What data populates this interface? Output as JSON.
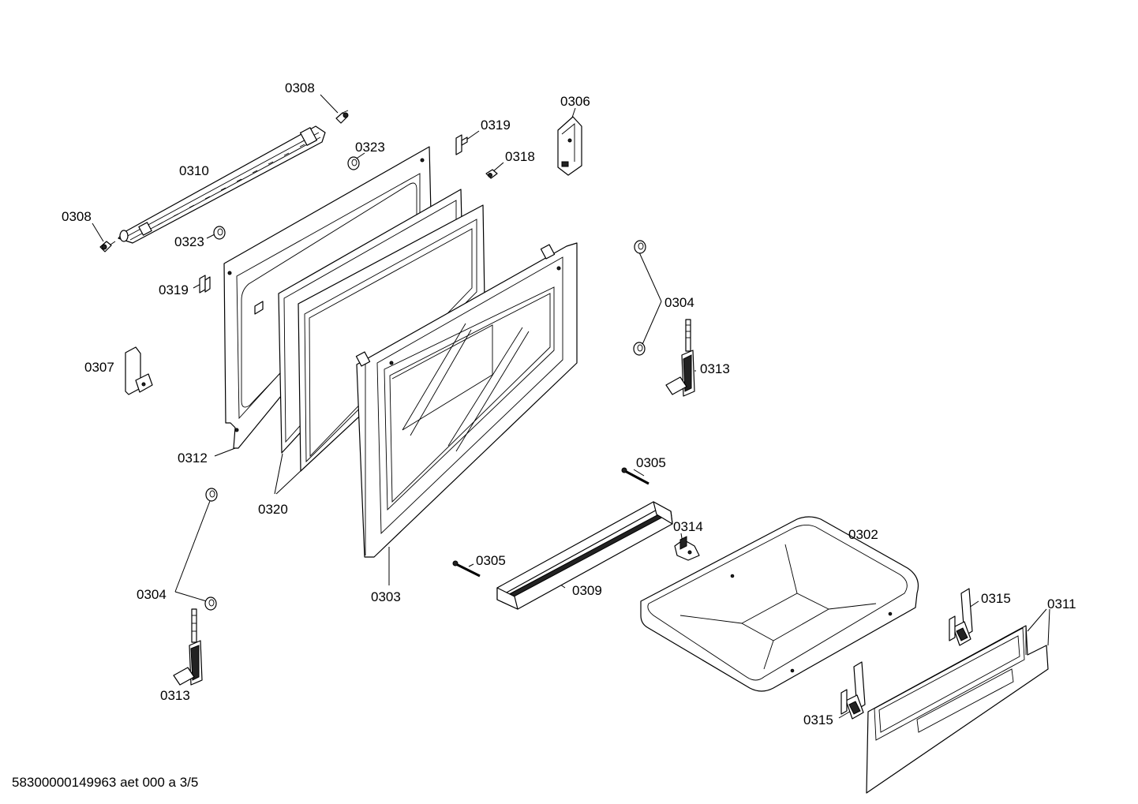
{
  "callouts": {
    "c0308a": "0308",
    "c0308b": "0308",
    "c0310": "0310",
    "c0323a": "0323",
    "c0323b": "0323",
    "c0319a": "0319",
    "c0319b": "0319",
    "c0318": "0318",
    "c0306": "0306",
    "c0307": "0307",
    "c0312": "0312",
    "c0320": "0320",
    "c0304a": "0304",
    "c0304b": "0304",
    "c0313a": "0313",
    "c0313b": "0313",
    "c0305a": "0305",
    "c0305b": "0305",
    "c0314": "0314",
    "c0302": "0302",
    "c0303": "0303",
    "c0309": "0309",
    "c0315a": "0315",
    "c0315b": "0315",
    "c0311": "0311"
  },
  "footer": {
    "code": "58300000149963 aet 000 a 3/5"
  }
}
